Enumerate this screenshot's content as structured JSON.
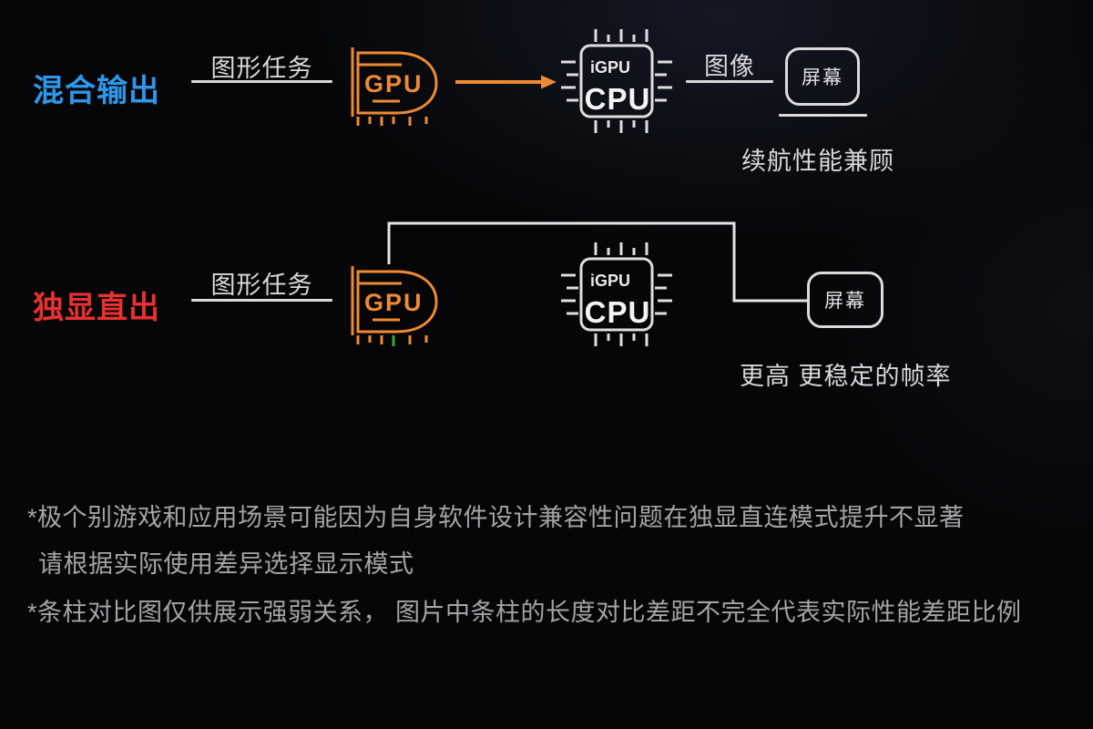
{
  "rows": [
    {
      "label": "混合输出",
      "task_label": "图形任务",
      "gpu_label": "GPU",
      "igpu_label": "iGPU",
      "cpu_label": "CPU",
      "image_label": "图像",
      "screen_label": "屏幕",
      "caption": "续航性能兼顾"
    },
    {
      "label": "独显直出",
      "task_label": "图形任务",
      "gpu_label": "GPU",
      "igpu_label": "iGPU",
      "cpu_label": "CPU",
      "screen_label": "屏幕",
      "caption": "更高 更稳定的帧率"
    }
  ],
  "footnotes": [
    "*极个别游戏和应用场景可能因为自身软件设计兼容性问题在独显直连模式提升不显著",
    "请根据实际使用差异选择显示模式",
    "*条柱对比图仅供展示强弱关系， 图片中条柱的长度对比差距不完全代表实际性能差距比例"
  ],
  "colors": {
    "hybrid_label": "#2e97ea",
    "direct_label": "#ea3030",
    "gpu_orange": "#ee8a33",
    "line_white": "#dcdee0",
    "green_pin": "#3ea43c",
    "background": "#060608",
    "footnote_gray": "#a2a4a6"
  }
}
